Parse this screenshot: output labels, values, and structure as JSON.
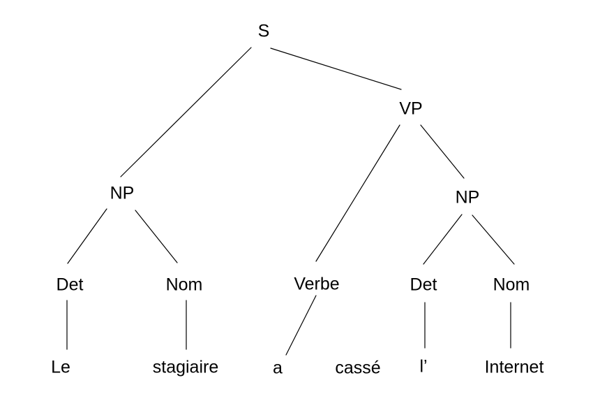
{
  "diagram": {
    "type": "syntax-tree",
    "nodes": {
      "s": {
        "label": "S"
      },
      "np_subj": {
        "label": "NP"
      },
      "vp": {
        "label": "VP"
      },
      "det1": {
        "label": "Det"
      },
      "nom1": {
        "label": "Nom"
      },
      "verbe": {
        "label": "Verbe"
      },
      "np_obj": {
        "label": "NP"
      },
      "det2": {
        "label": "Det"
      },
      "nom2": {
        "label": "Nom"
      },
      "word_le": {
        "label": "Le"
      },
      "word_stagiaire": {
        "label": "stagiaire"
      },
      "word_a": {
        "label": "a"
      },
      "word_casse": {
        "label": "cassé"
      },
      "word_l": {
        "label": "l’"
      },
      "word_internet": {
        "label": "Internet"
      }
    },
    "edges": [
      {
        "from": "s",
        "to": "np_subj"
      },
      {
        "from": "s",
        "to": "vp"
      },
      {
        "from": "np_subj",
        "to": "det1"
      },
      {
        "from": "np_subj",
        "to": "nom1"
      },
      {
        "from": "vp",
        "to": "verbe"
      },
      {
        "from": "vp",
        "to": "np_obj"
      },
      {
        "from": "np_obj",
        "to": "det2"
      },
      {
        "from": "np_obj",
        "to": "nom2"
      },
      {
        "from": "verbe",
        "to": "word_a"
      },
      {
        "from": "det1",
        "to": "word_le"
      },
      {
        "from": "nom1",
        "to": "word_stagiaire"
      },
      {
        "from": "det2",
        "to": "word_l"
      },
      {
        "from": "nom2",
        "to": "word_internet"
      }
    ],
    "colors": {
      "text": "#000000",
      "line": "#000000",
      "background": "#ffffff"
    }
  }
}
